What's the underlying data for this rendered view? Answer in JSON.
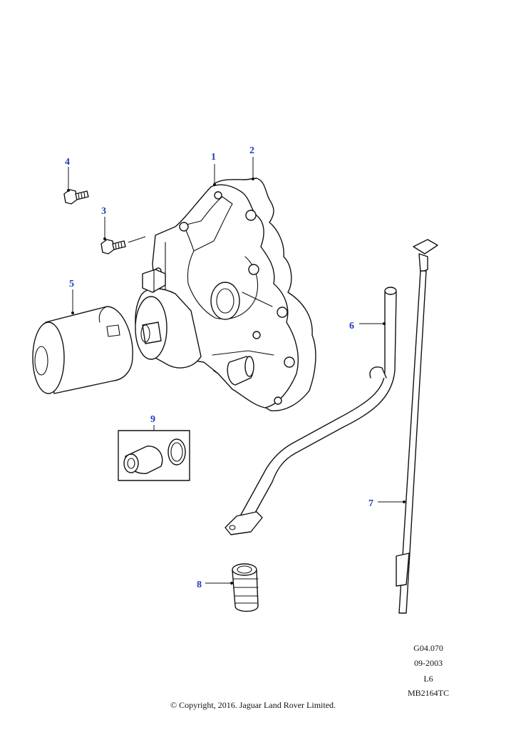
{
  "diagram": {
    "callouts": [
      "1",
      "2",
      "3",
      "4",
      "5",
      "6",
      "7",
      "8",
      "9"
    ]
  },
  "reference": {
    "code": "G04.070",
    "date": "09-2003",
    "variant": "L6",
    "drawing_number": "MB2164TC"
  },
  "copyright": "© Copyright, 2016. Jaguar Land Rover Limited.",
  "colors": {
    "callout_text": "#1f3cbf",
    "line_art": "#111111",
    "background": "#ffffff"
  }
}
